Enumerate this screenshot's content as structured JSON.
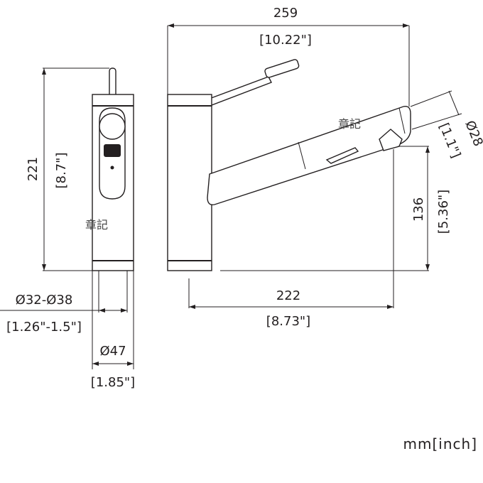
{
  "dimensions": {
    "overall_length_mm": "259",
    "overall_length_in": "[10.22\"]",
    "height_mm": "221",
    "height_in": "[8.7\"]",
    "reach_mm": "222",
    "reach_in": "[8.73\"]",
    "spout_height_mm": "136",
    "spout_height_in": "[5.36\"]",
    "spray_diameter_mm": "Ø28",
    "spray_diameter_in": "[1.1\"]",
    "mount_hole_mm": "Ø32-Ø38",
    "mount_hole_in": "[1.26\"-1.5\"]",
    "base_diameter_mm": "Ø47",
    "base_diameter_in": "[1.85\"]"
  },
  "watermark_front": "章記",
  "watermark_side": "章記",
  "units_label": "mm[inch]"
}
